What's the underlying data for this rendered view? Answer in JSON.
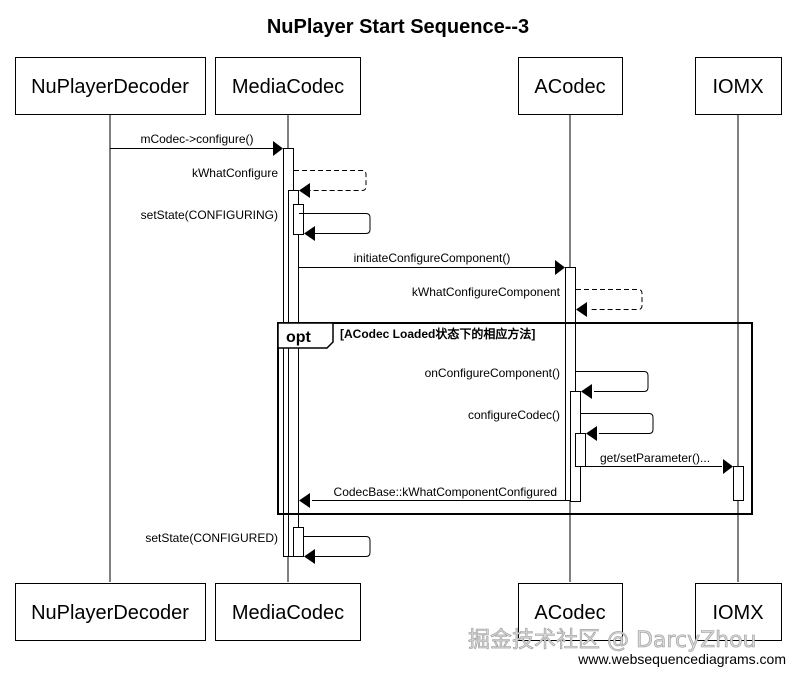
{
  "title": "NuPlayer Start Sequence--3",
  "participants": [
    {
      "id": "nuplayerdecoder",
      "name": "NuPlayerDecoder"
    },
    {
      "id": "mediacodec",
      "name": "MediaCodec"
    },
    {
      "id": "acodec",
      "name": "ACodec"
    },
    {
      "id": "iomx",
      "name": "IOMX"
    }
  ],
  "messages": [
    {
      "from": "nuplayerdecoder",
      "to": "mediacodec",
      "label": "mCodec->configure()",
      "style": "solid"
    },
    {
      "from": "mediacodec",
      "to": "mediacodec",
      "label": "kWhatConfigure",
      "style": "dashed"
    },
    {
      "from": "mediacodec",
      "to": "mediacodec",
      "label": "setState(CONFIGURING)",
      "style": "solid"
    },
    {
      "from": "mediacodec",
      "to": "acodec",
      "label": "initiateConfigureComponent()",
      "style": "solid"
    },
    {
      "from": "acodec",
      "to": "acodec",
      "label": "kWhatConfigureComponent",
      "style": "dashed"
    },
    {
      "from": "acodec",
      "to": "acodec",
      "label": "onConfigureComponent()",
      "style": "solid"
    },
    {
      "from": "acodec",
      "to": "acodec",
      "label": "configureCodec()",
      "style": "solid"
    },
    {
      "from": "acodec",
      "to": "iomx",
      "label": "get/setParameter()...",
      "style": "solid"
    },
    {
      "from": "acodec",
      "to": "mediacodec",
      "label": "CodecBase::kWhatComponentConfigured",
      "style": "solid"
    },
    {
      "from": "mediacodec",
      "to": "mediacodec",
      "label": "setState(CONFIGURED)",
      "style": "solid"
    }
  ],
  "fragment": {
    "keyword": "opt",
    "condition": "[ACodec Loaded状态下的相应方法]"
  },
  "watermark": "掘金技术社区 @ DarcyZhou",
  "credit": "www.websequencediagrams.com"
}
